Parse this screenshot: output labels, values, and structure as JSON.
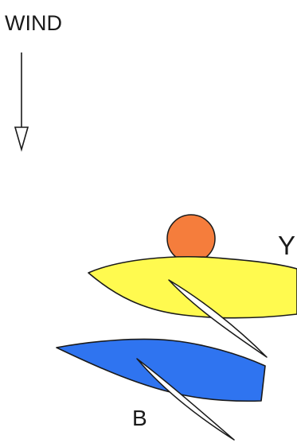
{
  "wind": {
    "label": "WIND",
    "direction_icon": "arrow-down-icon"
  },
  "boats": [
    {
      "id": "yellow",
      "label": "Y",
      "hull_color": "#FFFA4F",
      "sail_color": "#FFFFFF"
    },
    {
      "id": "blue",
      "label": "B",
      "hull_color": "#2F74F0",
      "sail_color": "#FFFFFF"
    }
  ],
  "mark": {
    "shape": "circle",
    "color": "#F57D3C"
  },
  "colors": {
    "outline": "#1A1A1A",
    "background": "#FFFFFF"
  }
}
